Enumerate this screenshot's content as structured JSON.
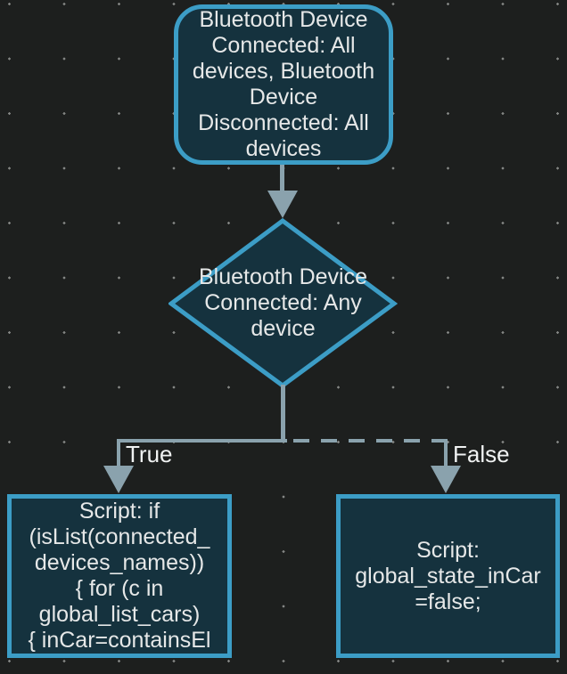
{
  "canvas": {
    "background_color": "#1d1f1e",
    "grid_dot_color": "#848684",
    "node_fill_color": "#15323e",
    "node_border_color": "#3c9dc6",
    "connector_color": "#8aa2ad",
    "text_color": "#e6e8e8"
  },
  "nodes": {
    "trigger": {
      "text": "Bluetooth Device\nConnected: All\ndevices, Bluetooth\nDevice\nDisconnected: All\ndevices"
    },
    "condition": {
      "text": "Bluetooth Device\nConnected: Any\ndevice"
    },
    "true_action": {
      "text": "Script: if\n(isList(connected_\ndevices_names))\n{ for (c in\nglobal_list_cars)\n{ inCar=containsEl"
    },
    "false_action": {
      "text": "Script:\nglobal_state_inCar\n=false;"
    }
  },
  "edges": {
    "true_label": "True",
    "false_label": "False"
  }
}
